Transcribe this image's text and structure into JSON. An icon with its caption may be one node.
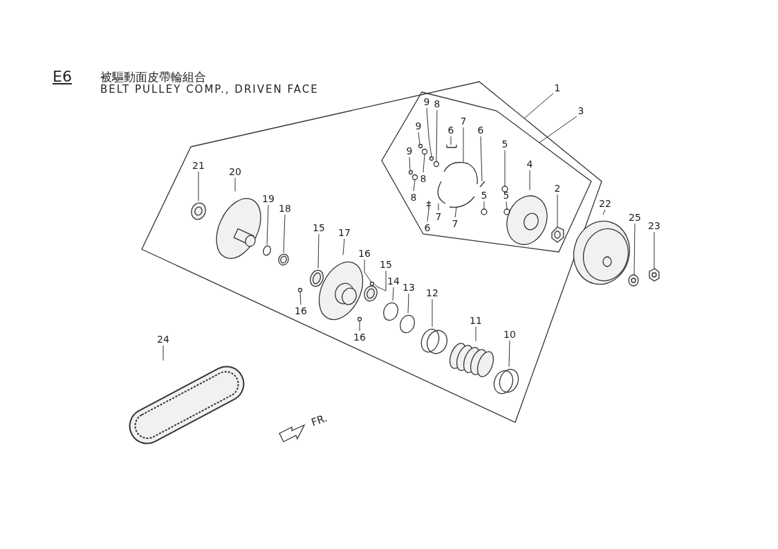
{
  "diagram": {
    "nodes": [
      {
        "text": [
          "1"
        ]
      },
      {
        "text": [
          "9"
        ]
      },
      {
        "text": [
          "8"
        ]
      },
      {
        "text": [
          "3"
        ]
      },
      {
        "text": [
          "7"
        ]
      },
      {
        "text": [
          "9"
        ]
      },
      {
        "text": [
          "6"
        ]
      },
      {
        "text": [
          "6"
        ]
      },
      {
        "text": [
          "5"
        ]
      },
      {
        "text": [
          "9"
        ]
      },
      {
        "text": [
          "4"
        ]
      },
      {
        "text": [
          "21"
        ]
      },
      {
        "text": [
          "8"
        ]
      },
      {
        "text": [
          "20"
        ]
      },
      {
        "text": [
          "2"
        ]
      },
      {
        "text": [
          "5"
        ]
      },
      {
        "text": [
          "5"
        ]
      },
      {
        "text": [
          "8"
        ]
      },
      {
        "text": [
          "19"
        ]
      },
      {
        "text": [
          "22"
        ]
      },
      {
        "text": [
          "18"
        ]
      },
      {
        "text": [
          "7"
        ]
      },
      {
        "text": [
          "25"
        ]
      },
      {
        "text": [
          "7"
        ]
      },
      {
        "text": [
          "23"
        ]
      },
      {
        "text": [
          "15"
        ]
      },
      {
        "text": [
          "6"
        ]
      },
      {
        "text": [
          "17"
        ]
      },
      {
        "text": [
          "16"
        ]
      },
      {
        "text": [
          "15"
        ]
      },
      {
        "text": [
          "14"
        ]
      },
      {
        "text": [
          "13"
        ]
      },
      {
        "text": [
          "12"
        ]
      },
      {
        "text": [
          "16"
        ]
      },
      {
        "text": [
          "11"
        ]
      },
      {
        "text": [
          "10"
        ]
      },
      {
        "text": [
          "16"
        ]
      },
      {
        "text": [
          "24"
        ]
      },
      {
        "text": [],
        "shape": "circle"
      },
      {
        "text": [],
        "shape": "circle"
      },
      {
        "text": [],
        "shape": "picture"
      },
      {
        "text": [],
        "shape": "circle"
      },
      {
        "text": [],
        "shape": "picture"
      },
      {
        "text": [],
        "shape": "picture"
      },
      {
        "text": [],
        "shape": "circle"
      },
      {
        "text": [],
        "shape": "circle"
      },
      {
        "text": [],
        "shape": "picture"
      },
      {
        "text": [],
        "shape": "picture"
      },
      {
        "text": [],
        "shape": "circle"
      },
      {
        "text": [],
        "shape": "picture"
      },
      {
        "text": [],
        "shape": "picture"
      },
      {
        "text": [],
        "shape": "circle"
      },
      {
        "text": [],
        "shape": "circle"
      },
      {
        "text": [],
        "shape": "circle"
      },
      {
        "text": [],
        "shape": "circle"
      },
      {
        "text": [],
        "shape": "picture"
      },
      {
        "text": [],
        "shape": "picture"
      },
      {
        "text": [],
        "shape": "picture"
      },
      {
        "text": [],
        "shape": "picture"
      },
      {
        "text": [],
        "shape": "picture"
      },
      {
        "text": [],
        "shape": "picture"
      },
      {
        "text": [],
        "shape": "picture"
      },
      {
        "text": [],
        "shape": "picture"
      },
      {
        "text": [],
        "shape": "picture"
      },
      {
        "text": [],
        "shape": "circle"
      },
      {
        "text": [],
        "shape": "picture"
      },
      {
        "text": [],
        "shape": "circle"
      },
      {
        "text": [],
        "shape": "circle"
      },
      {
        "text": [],
        "shape": "circle"
      },
      {
        "text": [],
        "shape": "circle"
      },
      {
        "text": [],
        "shape": "picture"
      },
      {
        "text": [],
        "shape": "circle"
      },
      {
        "text": [],
        "shape": "circle"
      },
      {
        "text": [],
        "shape": "picture"
      }
    ],
    "edges": [
      {
        "from": 0,
        "to": null,
        "arrow": "none"
      },
      {
        "from": 1,
        "to": 38,
        "arrow": "none"
      },
      {
        "from": 2,
        "to": 39,
        "arrow": "none"
      },
      {
        "from": 3,
        "to": null,
        "arrow": "none"
      },
      {
        "from": 4,
        "to": 40,
        "arrow": "none"
      },
      {
        "from": 5,
        "to": 41,
        "arrow": "none"
      },
      {
        "from": 6,
        "to": 42,
        "arrow": "none"
      },
      {
        "from": 7,
        "to": 43,
        "arrow": "none"
      },
      {
        "from": 8,
        "to": 44,
        "arrow": "none"
      },
      {
        "from": 9,
        "to": 45,
        "arrow": "none"
      },
      {
        "from": 10,
        "to": 46,
        "arrow": "none"
      },
      {
        "from": 11,
        "to": 47,
        "arrow": "none"
      },
      {
        "from": 12,
        "to": 48,
        "arrow": "none"
      },
      {
        "from": 13,
        "to": 49,
        "arrow": "none"
      },
      {
        "from": 14,
        "to": 50,
        "arrow": "none"
      },
      {
        "from": 15,
        "to": 51,
        "arrow": "none"
      },
      {
        "from": 16,
        "to": 52,
        "arrow": "none"
      },
      {
        "from": 17,
        "to": 53,
        "arrow": "none"
      },
      {
        "from": 18,
        "to": 54,
        "arrow": "none"
      },
      {
        "from": 19,
        "to": 55,
        "arrow": "none"
      },
      {
        "from": 20,
        "to": 56,
        "arrow": "none"
      },
      {
        "from": 21,
        "to": 57,
        "arrow": "none"
      },
      {
        "from": 22,
        "to": 58,
        "arrow": "none"
      },
      {
        "from": 23,
        "to": 59,
        "arrow": "none"
      },
      {
        "from": 24,
        "to": 60,
        "arrow": "none"
      },
      {
        "from": 25,
        "to": 61,
        "arrow": "none"
      },
      {
        "from": 26,
        "to": 62,
        "arrow": "none"
      },
      {
        "from": 27,
        "to": 63,
        "arrow": "none"
      },
      {
        "from": 28,
        "to": 64,
        "arrow": "none"
      },
      {
        "from": 29,
        "to": 65,
        "arrow": "none"
      },
      {
        "from": 30,
        "to": 66,
        "arrow": "none"
      },
      {
        "from": 31,
        "to": 67,
        "arrow": "none"
      },
      {
        "from": 32,
        "to": 68,
        "arrow": "none"
      },
      {
        "from": 33,
        "to": 69,
        "arrow": "none"
      },
      {
        "from": 34,
        "to": 70,
        "arrow": "none"
      },
      {
        "from": 35,
        "to": 71,
        "arrow": "none"
      },
      {
        "from": 36,
        "to": 72,
        "arrow": "none"
      },
      {
        "from": 37,
        "to": 73,
        "arrow": "none"
      }
    ],
    "labels": [
      "E6",
      "被驅動面皮帶輪組合",
      "BELT PULLEY COMP., DRIVEN FACE",
      "FR."
    ]
  }
}
